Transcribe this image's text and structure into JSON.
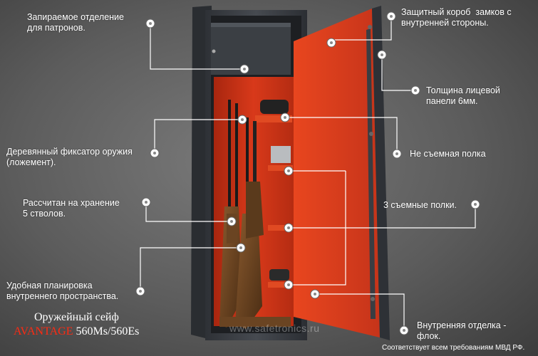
{
  "callouts": {
    "ammo_compartment": "Запираемое отделение\nдля патронов.",
    "gun_holder": "Деревянный фиксатор оружия\n(ложемент).",
    "capacity": "Рассчитан на хранение\n5 стволов.",
    "layout": "Удобная планировка\nвнутреннего пространства.",
    "lock_cover": "Защитный короб  замков с\nвнутренней стороны.",
    "front_panel": "Толщина лицевой\nпанели 6мм.",
    "fixed_shelf": "Не съемная полка",
    "removable_shelves": "3 съемные полки.",
    "flock": "Внутренняя отделка -\nфлок."
  },
  "title": {
    "line1": "Оружейный сейф",
    "brand": "AVANTAGE",
    "model": " 560Ms/560Es"
  },
  "watermark": "www.safetronics.ru",
  "footer_note": "Соответствует всем требованиям МВД РФ.",
  "colors": {
    "safe_body": "#3a3d42",
    "interior_red": "#d8391a",
    "door_red": "#e2401c",
    "brand_red": "#ff2a12"
  }
}
